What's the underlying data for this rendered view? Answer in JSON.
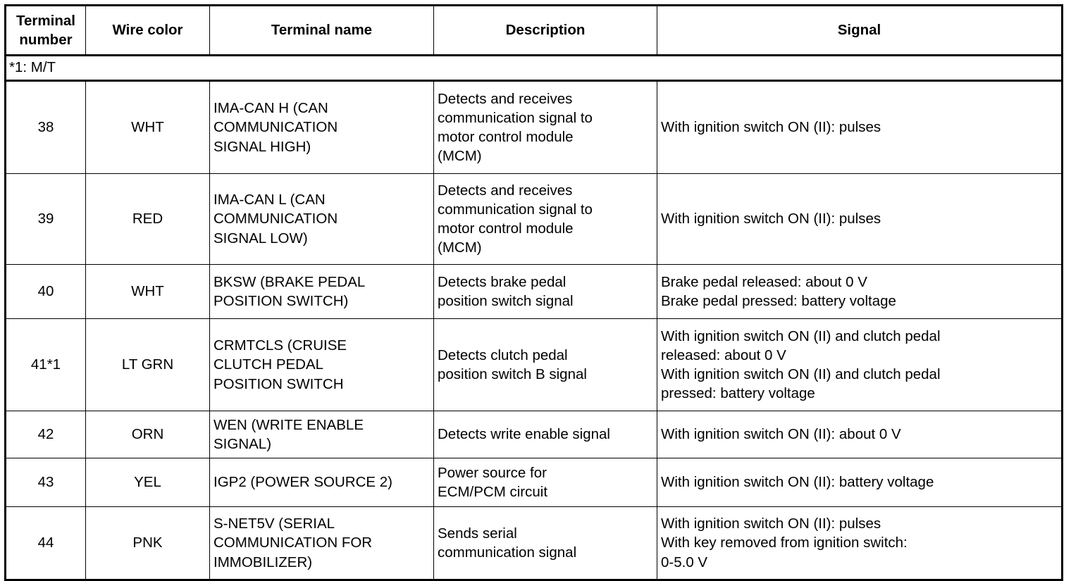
{
  "table": {
    "columns": [
      {
        "id": "terminal_number",
        "label": "Terminal\nnumber"
      },
      {
        "id": "wire_color",
        "label": "Wire color"
      },
      {
        "id": "terminal_name",
        "label": "Terminal name"
      },
      {
        "id": "description",
        "label": "Description"
      },
      {
        "id": "signal",
        "label": "Signal"
      }
    ],
    "note": "*1: M/T",
    "rows": [
      {
        "terminal_number": "38",
        "wire_color": "WHT",
        "terminal_name": "IMA-CAN H (CAN\nCOMMUNICATION\nSIGNAL HIGH)",
        "description": "Detects and receives\ncommunication signal to\nmotor control module\n(MCM)",
        "signal": "With ignition switch ON (II): pulses"
      },
      {
        "terminal_number": "39",
        "wire_color": "RED",
        "terminal_name": "IMA-CAN L (CAN\nCOMMUNICATION\nSIGNAL LOW)",
        "description": "Detects and receives\ncommunication signal to\nmotor control module\n(MCM)",
        "signal": "With ignition switch ON (II): pulses"
      },
      {
        "terminal_number": "40",
        "wire_color": "WHT",
        "terminal_name": "BKSW (BRAKE PEDAL\nPOSITION SWITCH)",
        "description": "Detects brake pedal\nposition switch signal",
        "signal": "Brake pedal released: about 0 V\nBrake pedal pressed: battery voltage"
      },
      {
        "terminal_number": "41*1",
        "wire_color": "LT GRN",
        "terminal_name": "CRMTCLS (CRUISE\nCLUTCH PEDAL\nPOSITION SWITCH",
        "description": "Detects clutch pedal\nposition switch B signal",
        "signal": "With ignition switch ON (II) and clutch pedal\nreleased: about 0 V\nWith ignition switch ON (II) and clutch pedal\npressed: battery voltage"
      },
      {
        "terminal_number": "42",
        "wire_color": "ORN",
        "terminal_name": "WEN (WRITE ENABLE\nSIGNAL)",
        "description": "Detects write enable signal",
        "signal": "With ignition switch ON (II): about 0 V"
      },
      {
        "terminal_number": "43",
        "wire_color": "YEL",
        "terminal_name": "IGP2 (POWER SOURCE 2)",
        "description": "Power source for\nECM/PCM circuit",
        "signal": "With ignition switch ON (II): battery voltage"
      },
      {
        "terminal_number": "44",
        "wire_color": "PNK",
        "terminal_name": "S-NET5V (SERIAL\nCOMMUNICATION FOR\nIMMOBILIZER)",
        "description": "Sends serial\ncommunication signal",
        "signal": "With ignition switch ON (II): pulses\nWith key removed from ignition switch:\n0-5.0 V"
      }
    ]
  },
  "colors": {
    "border": "#000000",
    "background": "#ffffff",
    "text": "#000000"
  }
}
